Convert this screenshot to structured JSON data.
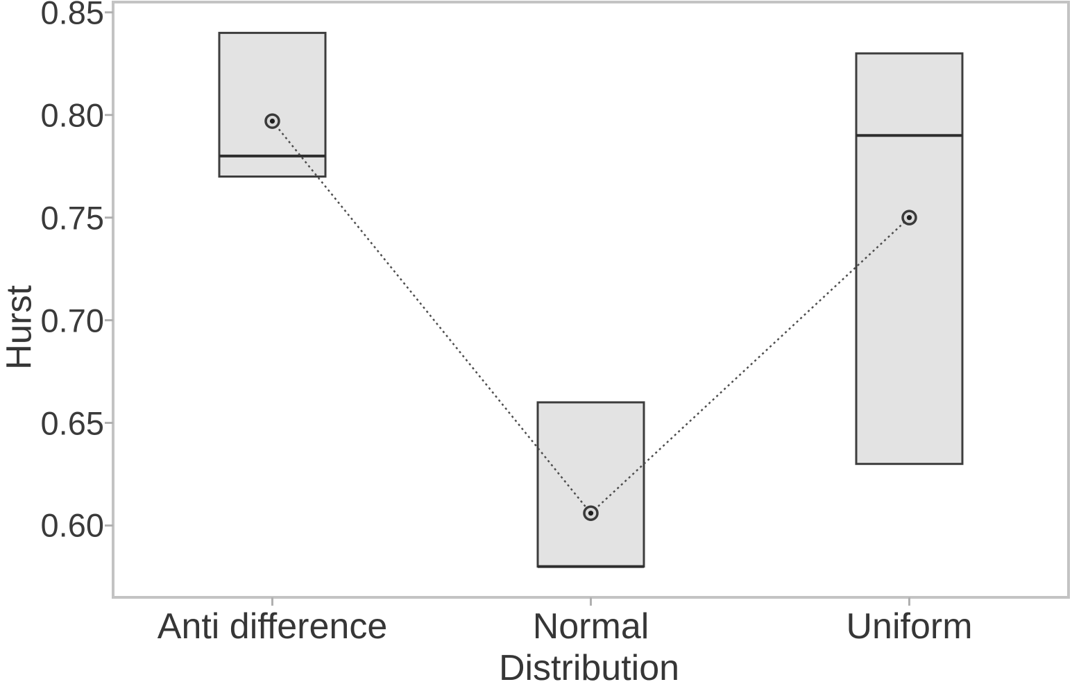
{
  "figure": {
    "background": "#ffffff",
    "frame_color": "#c3c3c3",
    "tick_color": "#b0b0b0",
    "text_color": "#363636"
  },
  "chart_data": {
    "type": "box",
    "title": "",
    "xlabel": "Distribution",
    "ylabel": "Hurst",
    "categories": [
      "Anti difference",
      "Normal",
      "Uniform"
    ],
    "boxes": [
      {
        "category": "Anti difference",
        "box_low": 0.77,
        "box_high": 0.84,
        "median": 0.78,
        "mean": 0.797
      },
      {
        "category": "Normal",
        "box_low": 0.58,
        "box_high": 0.66,
        "median": 0.58,
        "mean": 0.606
      },
      {
        "category": "Uniform",
        "box_low": 0.63,
        "box_high": 0.83,
        "median": 0.79,
        "mean": 0.75
      }
    ],
    "mean_connector": true,
    "whiskers": false,
    "yticks": [
      0.85,
      0.8,
      0.75,
      0.7,
      0.65,
      0.6
    ],
    "ytick_labels": [
      "0.85",
      "0.80",
      "0.75",
      "0.70",
      "0.65",
      "0.60"
    ],
    "ylim": [
      0.565,
      0.855
    ],
    "grid": false,
    "legend": false,
    "box_fill": "#e3e3e3",
    "box_border": "#3d3d3d",
    "median_color": "#2e2e2e",
    "connector_color": "#4d4d4d",
    "marker_ring_color": "#3a3a3a",
    "marker_dot_color": "#1e1e1e"
  }
}
